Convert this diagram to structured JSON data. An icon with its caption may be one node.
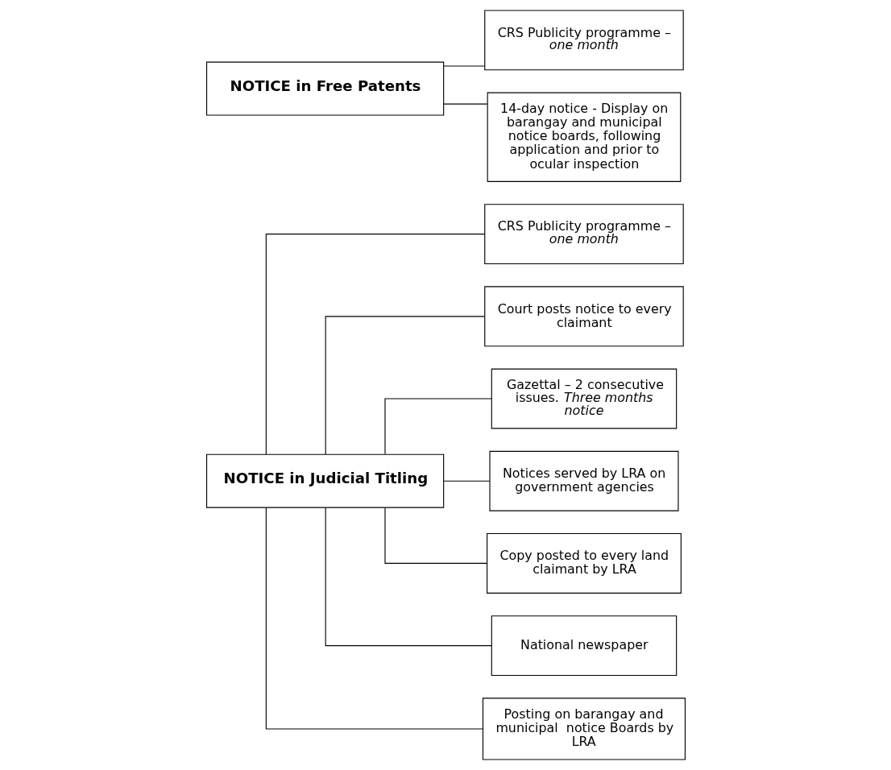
{
  "diagram": {
    "nodes": [
      {
        "text": [
          "NOTICE in Judicial Titling"
        ]
      },
      {
        "text": [
          "CRS Publicity programme – *one month*"
        ]
      },
      {
        "text": [
          "Court posts notice to every claimant"
        ]
      },
      {
        "text": [
          "Gazettal – 2 consecutive issues. *Three months notice*"
        ]
      },
      {
        "text": [
          "Notices served by LRA on government agencies"
        ]
      },
      {
        "text": [
          "Copy posted to every land claimant by LRA"
        ]
      },
      {
        "text": [
          "National newspaper"
        ]
      },
      {
        "text": [
          "Posting on barangay and municipal  notice Boards by LRA"
        ]
      },
      {
        "text": [
          "NOTICE in Free Patents"
        ]
      },
      {
        "text": [
          "CRS Publicity programme – *one month*"
        ]
      },
      {
        "text": [
          "14-day notice - Display on barangay and municipal notice boards, following application and prior to ocular inspection"
        ]
      }
    ],
    "edges": [
      {
        "from": 0,
        "to": 1,
        "arrow": "none"
      },
      {
        "from": 0,
        "to": 2,
        "arrow": "none"
      },
      {
        "from": 0,
        "to": 3,
        "arrow": "none"
      },
      {
        "from": 0,
        "to": 4,
        "arrow": "none"
      },
      {
        "from": 0,
        "to": 5,
        "arrow": "none"
      },
      {
        "from": 0,
        "to": 6,
        "arrow": "none"
      },
      {
        "from": 0,
        "to": 7,
        "arrow": "none"
      },
      {
        "from": 8,
        "to": 9,
        "arrow": "none"
      },
      {
        "from": 8,
        "to": 10,
        "arrow": "none"
      }
    ]
  }
}
